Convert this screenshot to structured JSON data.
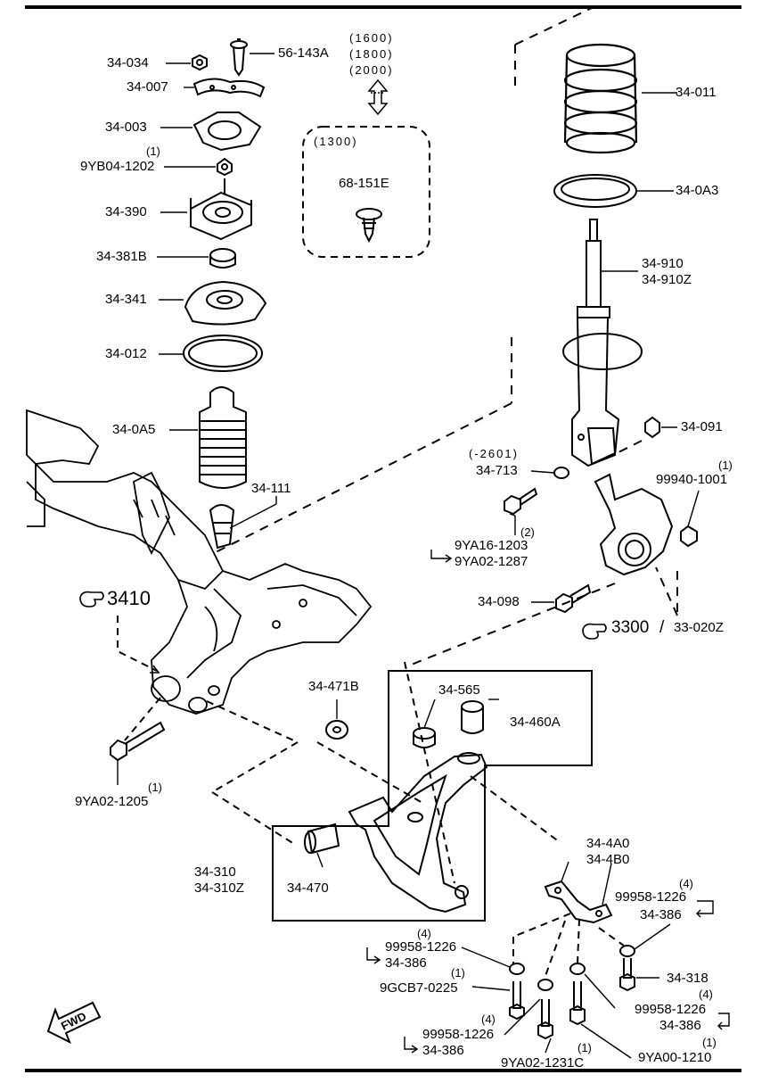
{
  "labels": {
    "p34034": "34-034",
    "p56143A": "56-143A",
    "v1600": "(1600)",
    "v1800": "(1800)",
    "v2000": "(2000)",
    "p34007": "34-007",
    "p34011": "34-011",
    "p34003": "34-003",
    "v1300": "(1300)",
    "q1_9yb04": "(1)",
    "p9YB04": "9YB04-1202",
    "p68151E": "68-151E",
    "p340A3": "34-0A3",
    "p34390": "34-390",
    "p34381B": "34-381B",
    "p34910": "34-910",
    "p34910Z": "34-910Z",
    "p34341": "34-341",
    "p34012": "34-012",
    "p340A5": "34-0A5",
    "p34091": "34-091",
    "v2601": "(-2601)",
    "p34713": "34-713",
    "q1_99940": "(1)",
    "p99940": "99940-1001",
    "p34111": "34-111",
    "q2_9ya16": "(2)",
    "p9YA16": "9YA16-1203",
    "p9YA02_1287": "9YA02-1287",
    "ref3410": "3410",
    "p34098": "34-098",
    "ref3300": "3300",
    "p33020Z": "33-020Z",
    "p34471B": "34-471B",
    "p34565": "34-565",
    "p34460A": "34-460A",
    "q1_9ya02_1205": "(1)",
    "p9YA02_1205": "9YA02-1205",
    "p344A0": "34-4A0",
    "p344B0": "34-4B0",
    "q4_a": "(4)",
    "p99958_a": "99958-1226",
    "p34386_a": "34-386",
    "p34310": "34-310",
    "p34310Z": "34-310Z",
    "p34470": "34-470",
    "q4_b": "(4)",
    "p99958_b": "99958-1226",
    "p34386_b": "34-386",
    "q1_9gcb7": "(1)",
    "p9GCB7": "9GCB7-0225",
    "p34318": "34-318",
    "q4_c": "(4)",
    "p99958_c": "99958-1226",
    "p34386_c": "34-386",
    "q4_d": "(4)",
    "p99958_d": "99958-1226",
    "p34386_d": "34-386",
    "q1_9ya02_1231": "(1)",
    "p9YA02_1231": "9YA02-1231C",
    "q1_9ya00": "(1)",
    "p9YA00": "9YA00-1210",
    "fwd": "FWD",
    "slash": "/"
  },
  "icons": {
    "refer_to": "pointing-hand-icon",
    "direction": "fwd-arrow-icon"
  }
}
